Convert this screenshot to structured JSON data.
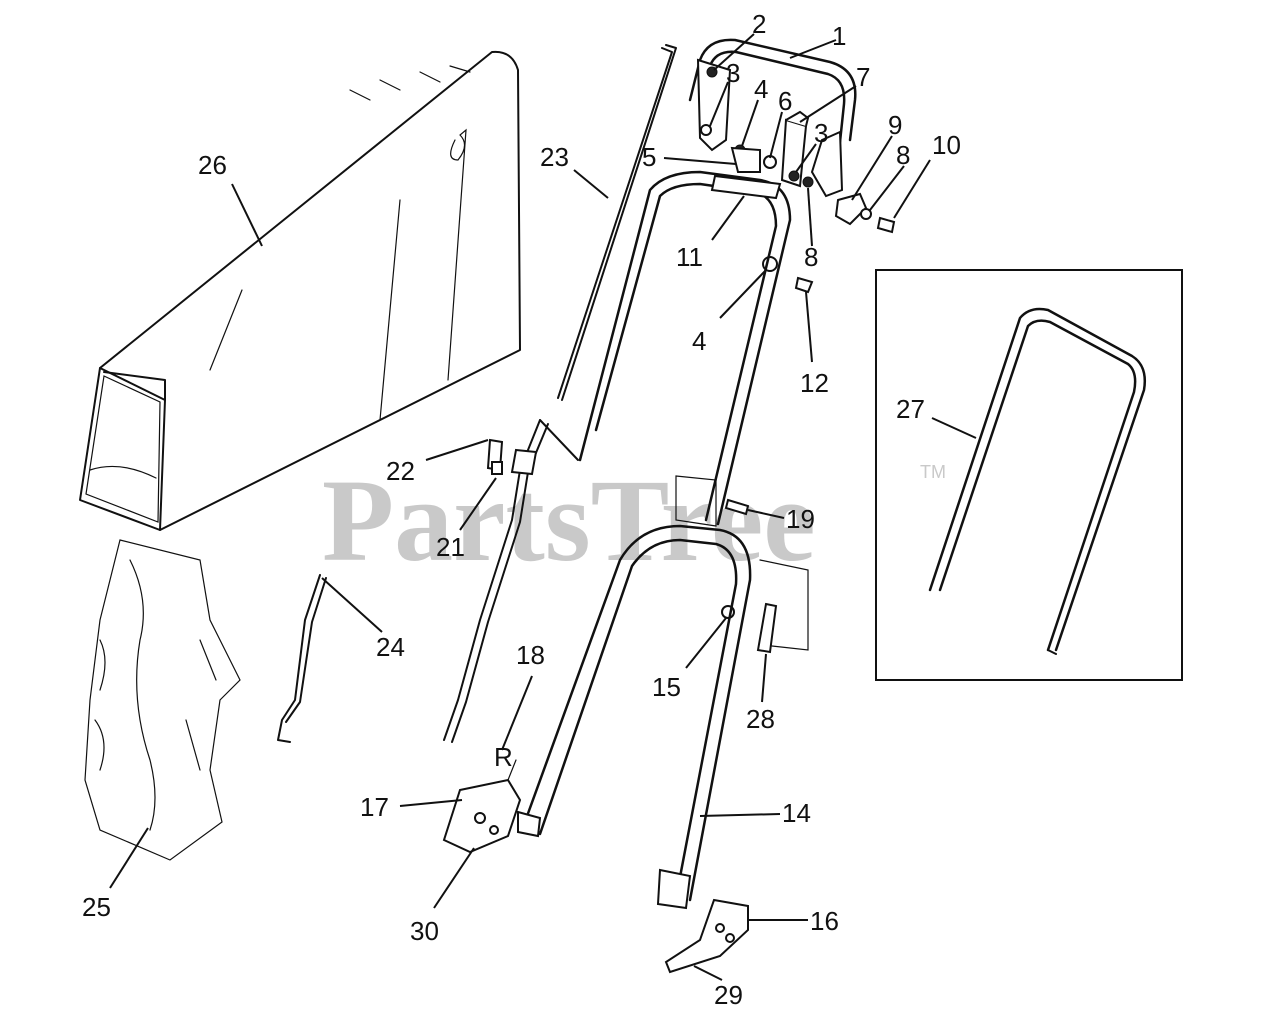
{
  "watermark": {
    "brand": "PartsTree",
    "trademark": "TM",
    "color": "#c9c9c9"
  },
  "diagram": {
    "labels": {
      "p1": "1",
      "p2": "2",
      "p3a": "3",
      "p3b": "3",
      "p4a": "4",
      "p4b": "4",
      "p5": "5",
      "p6": "6",
      "p7": "7",
      "p8a": "8",
      "p8b": "8",
      "p9": "9",
      "p10": "10",
      "p11": "11",
      "p12": "12",
      "p14": "14",
      "p15": "15",
      "p16": "16",
      "p17": "17",
      "p18": "18",
      "p19": "19",
      "p21": "21",
      "p22": "22",
      "p23": "23",
      "p24": "24",
      "p25": "25",
      "p26": "26",
      "p27": "27",
      "p28": "28",
      "p29": "29",
      "p30": "30"
    },
    "stamp_letter": "R"
  }
}
